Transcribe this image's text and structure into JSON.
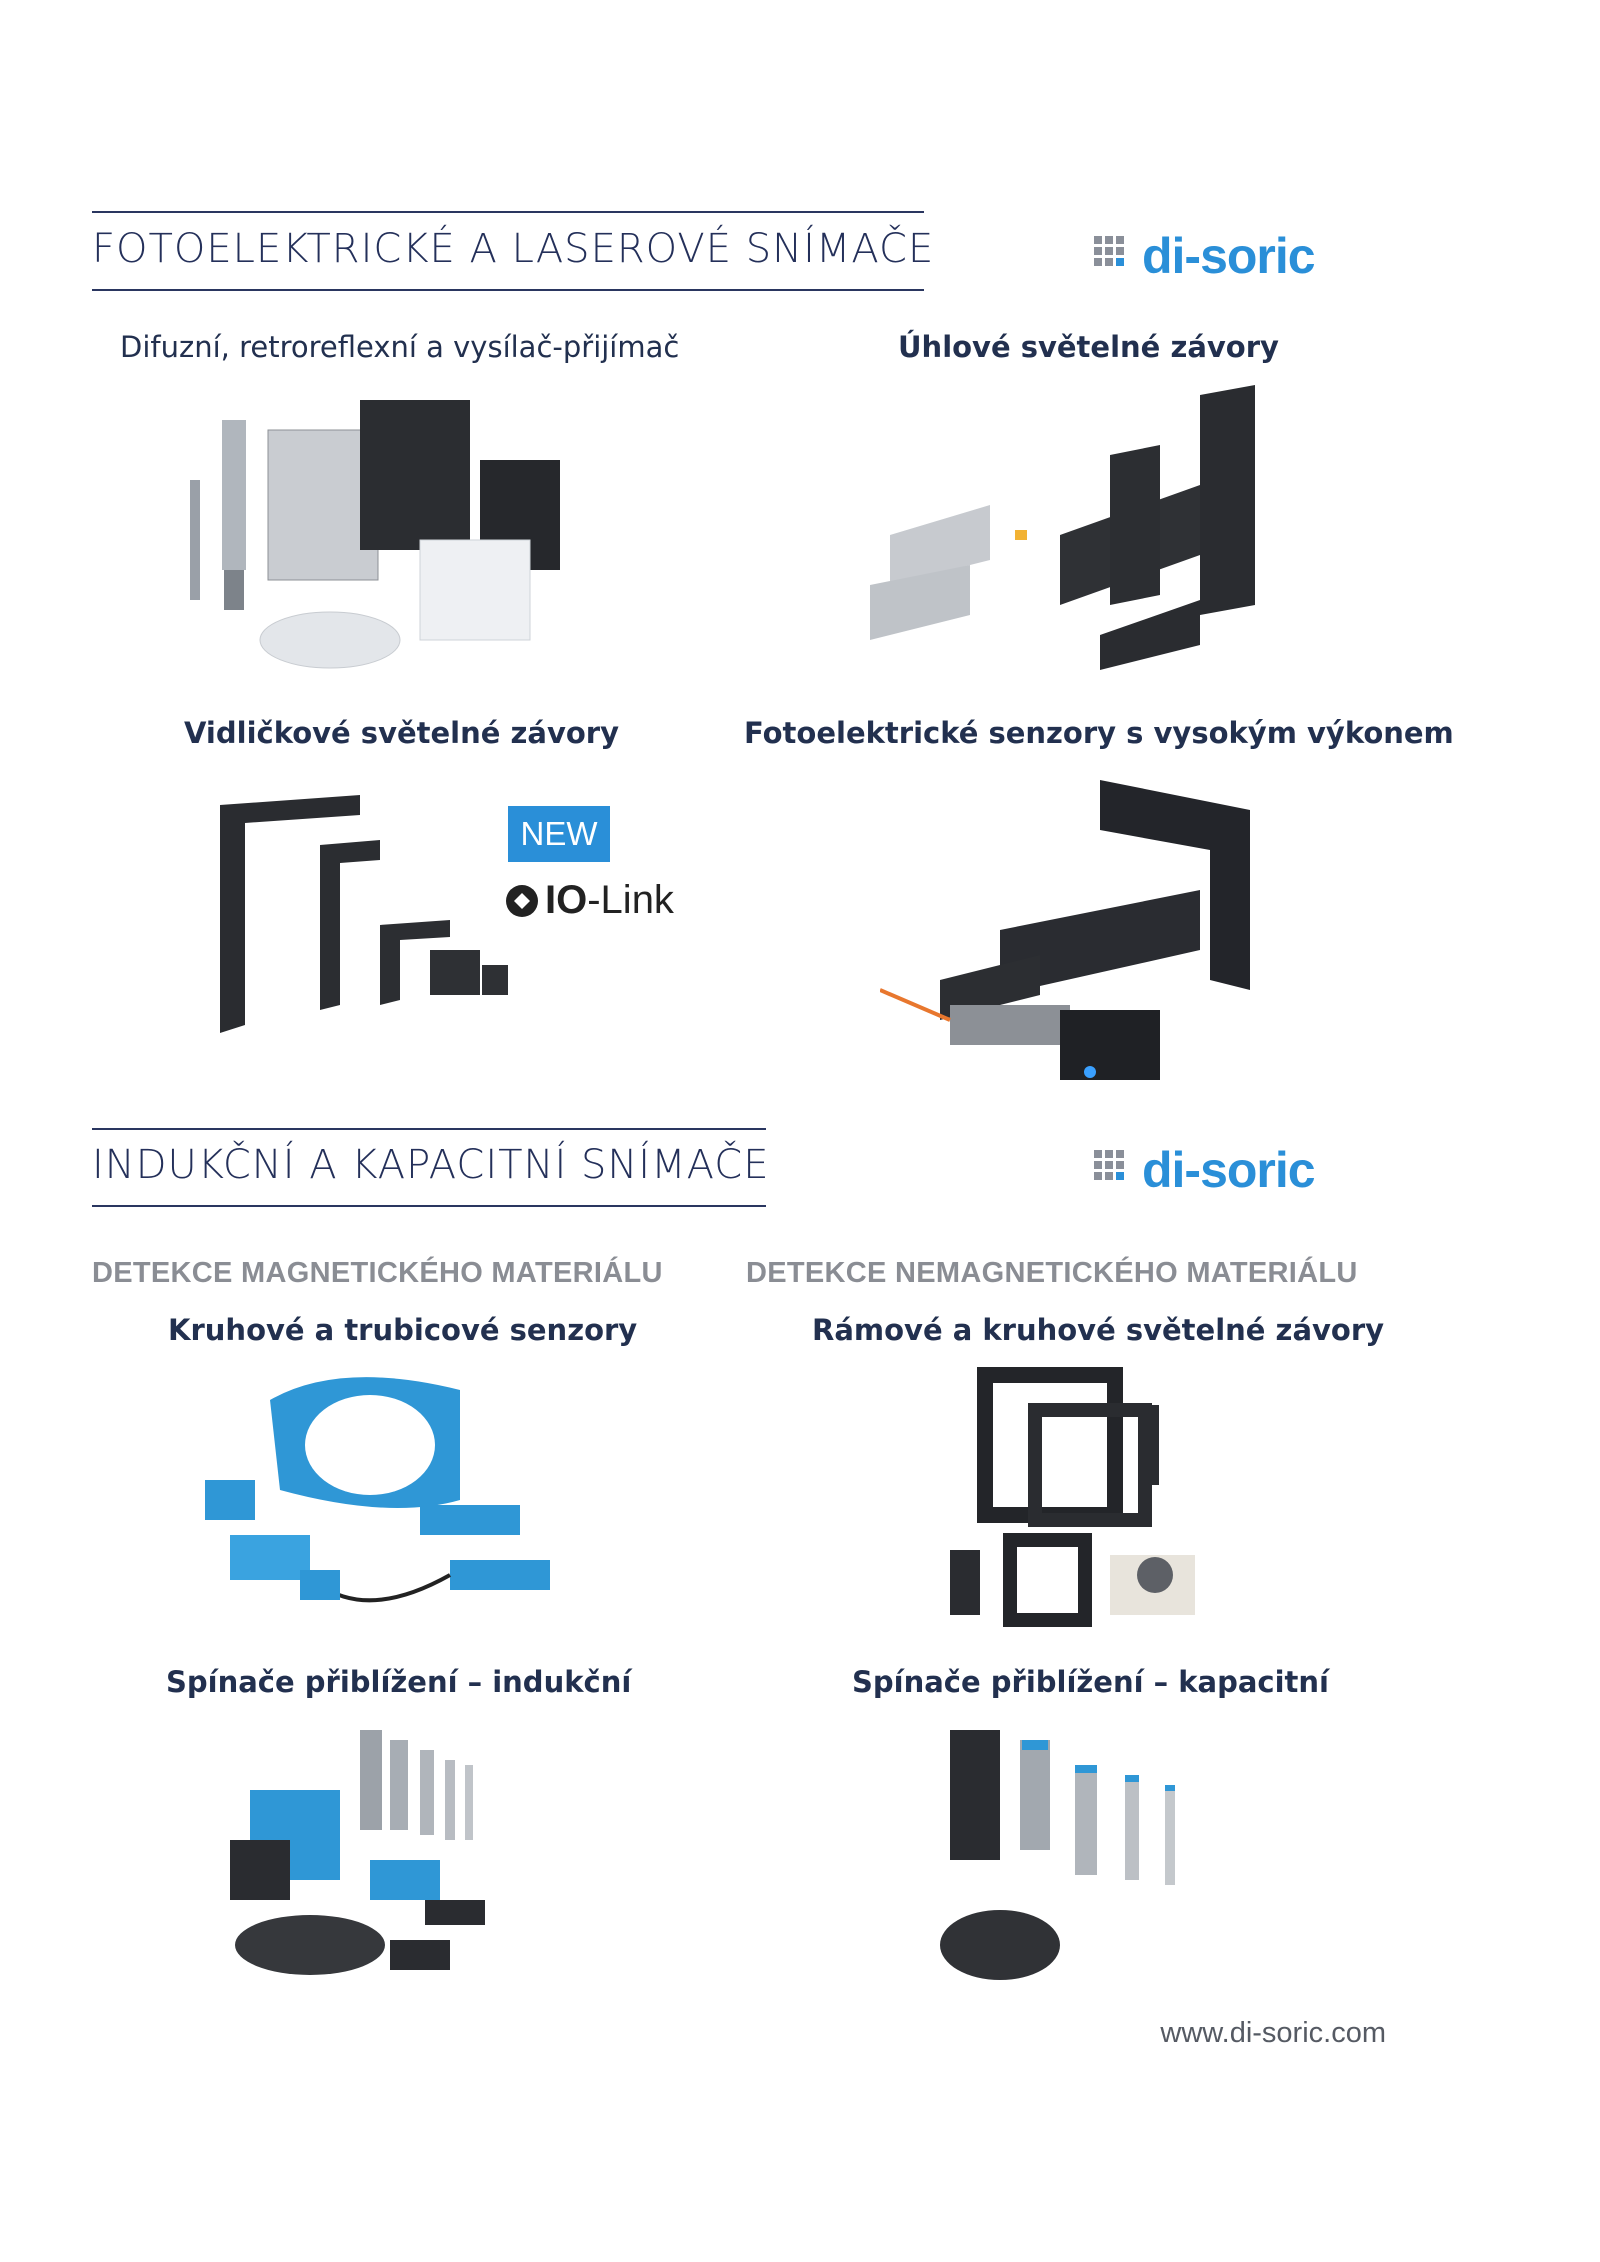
{
  "section1": {
    "title": "FOTOELEKTRICKÉ A LASEROVÉ SNÍMAČE",
    "logo_text": "di-soric",
    "captions": {
      "c1": "Difuzní, retroreflexní a vysílač-přijímač",
      "c2": "Úhlové světelné závory",
      "c3": "Vidličkové světelné závory",
      "c4": "Fotoelektrické senzory s vysokým výkonem"
    },
    "badge_new": "NEW",
    "iolink_prefix": "IO",
    "iolink_suffix": "-Link"
  },
  "section2": {
    "title": "INDUKČNÍ A KAPACITNÍ SNÍMAČE",
    "logo_text": "di-soric",
    "subheads": {
      "left": "DETEKCE MAGNETICKÉHO MATERIÁLU",
      "right": "DETEKCE NEMAGNETICKÉHO MATERIÁLU"
    },
    "captions": {
      "c1": "Kruhové a trubicové senzory",
      "c2": "Rámové a kruhové světelné závory",
      "c3": "Spínače přiblížení – indukční",
      "c4": "Spínače přiblížení – kapacitní"
    }
  },
  "footer": {
    "url": "www.di-soric.com"
  },
  "colors": {
    "brand_blue": "#2a8fd8",
    "navy": "#24305a",
    "grey": "#8a8d94"
  }
}
